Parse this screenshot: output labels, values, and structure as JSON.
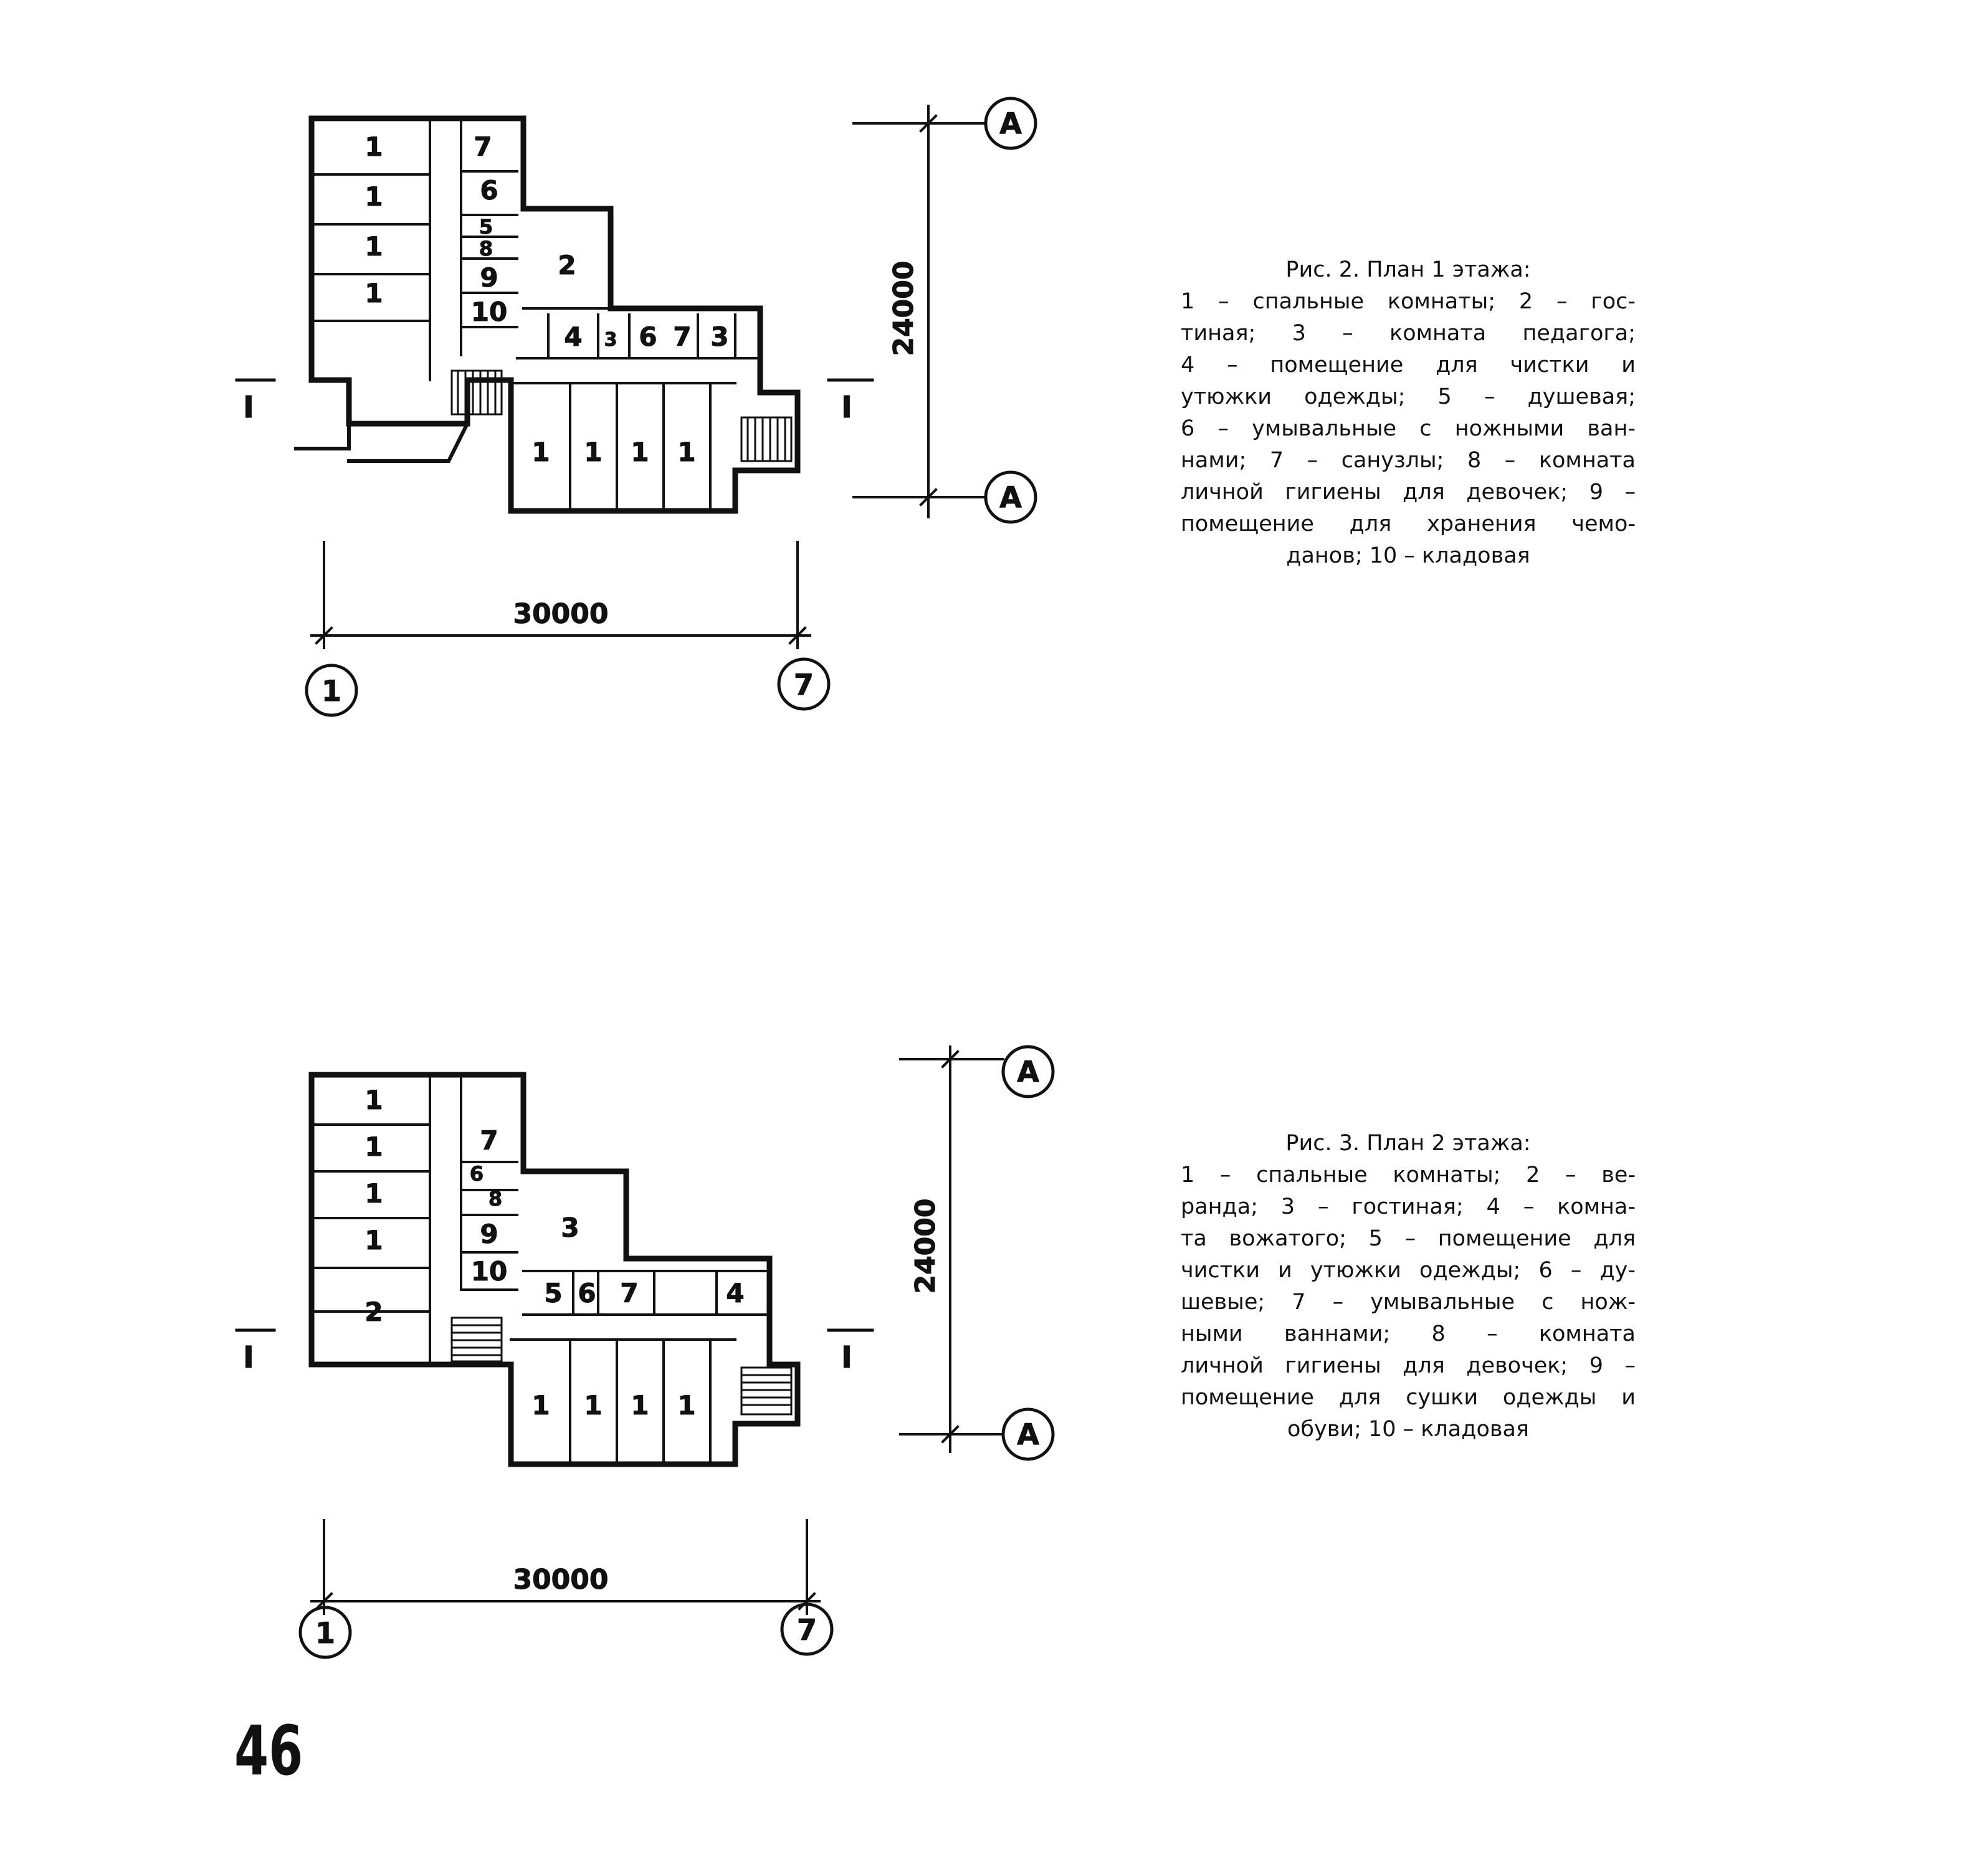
{
  "figure2": {
    "rooms": [
      "1",
      "1",
      "1",
      "1",
      "7",
      "6",
      "5",
      "8",
      "9",
      "10",
      "2",
      "4",
      "3",
      "6",
      "7",
      "3",
      "1",
      "1",
      "1",
      "1"
    ],
    "dim_horizontal": "30000",
    "dim_vertical": "24000",
    "axis_left": "1",
    "axis_right": "7",
    "axis_top": "А",
    "axis_bottom": "А",
    "section_left": "I",
    "section_right": "I",
    "caption_title": "Рис. 2. План 1 этажа:",
    "caption_lines": [
      "1 – спальные комнаты; 2 – гос-",
      "тиная; 3 – комната педагога;",
      "4 – помещение для чистки и",
      "утюжки одежды; 5 – душевая;",
      "6 – умывальные с ножными ван-",
      "нами; 7 – санузлы; 8 – комната",
      "личной гигиены для девочек; 9 –",
      "помещение для хранения чемо-",
      "данов; 10 – кладовая"
    ]
  },
  "figure3": {
    "rooms": [
      "1",
      "1",
      "1",
      "1",
      "7",
      "6",
      "8",
      "9",
      "10",
      "3",
      "2",
      "5",
      "6",
      "7",
      "4",
      "1",
      "1",
      "1",
      "1"
    ],
    "dim_horizontal": "30000",
    "dim_vertical": "24000",
    "axis_left": "1",
    "axis_right": "7",
    "axis_top": "А",
    "axis_bottom": "А",
    "section_left": "I",
    "section_right": "I",
    "caption_title": "Рис. 3. План 2 этажа:",
    "caption_lines": [
      "1 – спальные комнаты; 2 – ве-",
      "ранда; 3 – гостиная; 4 – комна-",
      "та вожатого; 5 – помещение для",
      "чистки и утюжки одежды; 6 – ду-",
      "шевые; 7 – умывальные с нож-",
      "ными ваннами; 8 – комната",
      "личной гигиены для девочек; 9 –",
      "помещение для сушки одежды и",
      "обуви; 10 – кладовая"
    ]
  },
  "page_number": "46"
}
